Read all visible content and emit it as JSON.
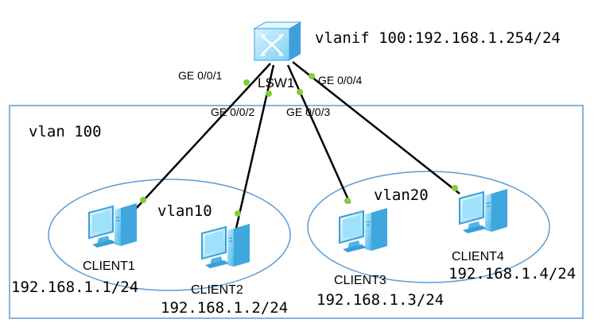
{
  "switch": {
    "name": "LSW1",
    "vlanif": "vlanif 100:192.168.1.254/24"
  },
  "ports": [
    "GE 0/0/1",
    "GE 0/0/2",
    "GE 0/0/3",
    "GE 0/0/4"
  ],
  "vlans": {
    "outer": "vlan 100",
    "left": "vlan10",
    "right": "vlan20"
  },
  "clients": [
    {
      "name": "CLIENT1",
      "ip": "192.168.1.1/24"
    },
    {
      "name": "CLIENT2",
      "ip": "192.168.1.2/24"
    },
    {
      "name": "CLIENT3",
      "ip": "192.168.1.3/24"
    },
    {
      "name": "CLIENT4",
      "ip": "192.168.1.4/24"
    }
  ],
  "colors": {
    "link": "#000000",
    "port_dot": "#7ccf3a",
    "frame": "#5b9bd5",
    "icon": "#5cc0f0"
  }
}
